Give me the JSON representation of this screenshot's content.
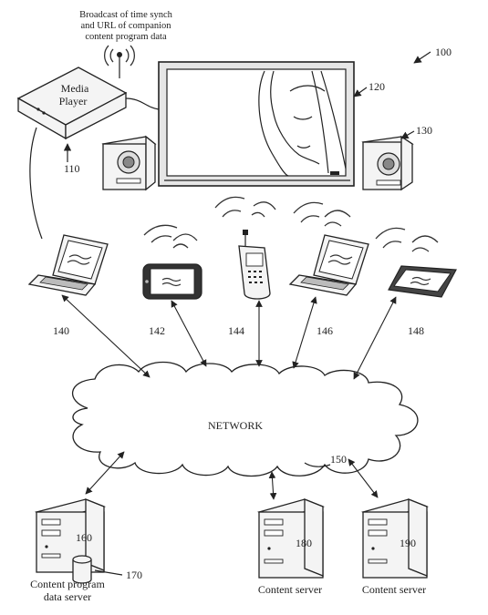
{
  "figure": {
    "ref_number": "100",
    "broadcast_note": [
      "Broadcast of time synch",
      "and URL of companion",
      "content program data"
    ]
  },
  "media_player": {
    "label_line1": "Media",
    "label_line2": "Player",
    "ref": "110"
  },
  "display": {
    "ref": "120"
  },
  "speaker": {
    "ref": "130"
  },
  "devices": [
    {
      "ref": "140"
    },
    {
      "ref": "142"
    },
    {
      "ref": "144"
    },
    {
      "ref": "146"
    },
    {
      "ref": "148"
    }
  ],
  "network": {
    "label": "NETWORK",
    "ref": "150"
  },
  "servers": [
    {
      "ref": "160",
      "caption_line1": "Content program",
      "caption_line2": "data server"
    },
    {
      "ref": "180",
      "caption": "Content server"
    },
    {
      "ref": "190",
      "caption": "Content server"
    }
  ],
  "database": {
    "ref": "170"
  }
}
